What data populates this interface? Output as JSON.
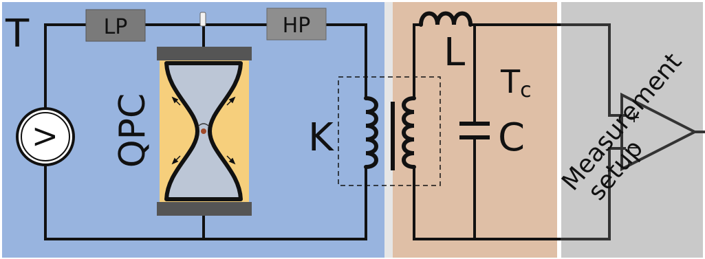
{
  "labels": {
    "temperature": "T",
    "low_pass": "LP",
    "high_pass": "HP",
    "qpc": "QPC",
    "voltmeter": "V",
    "coupling": "K",
    "inductor": "L",
    "capacitor": "C",
    "tank_temp_main": "T",
    "tank_temp_sub": "c",
    "measurement_line1": "Measurement",
    "measurement_line2": "setup",
    "amp_plus": "+",
    "amp_minus": "−"
  },
  "colors": {
    "sample_panel": "#98b4df",
    "tank_panel": "#dfbfa6",
    "measurement_panel": "#c9c9c9",
    "filter_box": "#7a7a7a",
    "qpc_channel": "#f6cf7c",
    "qpc_center": "#bcc6d6",
    "wire": "#111111"
  }
}
